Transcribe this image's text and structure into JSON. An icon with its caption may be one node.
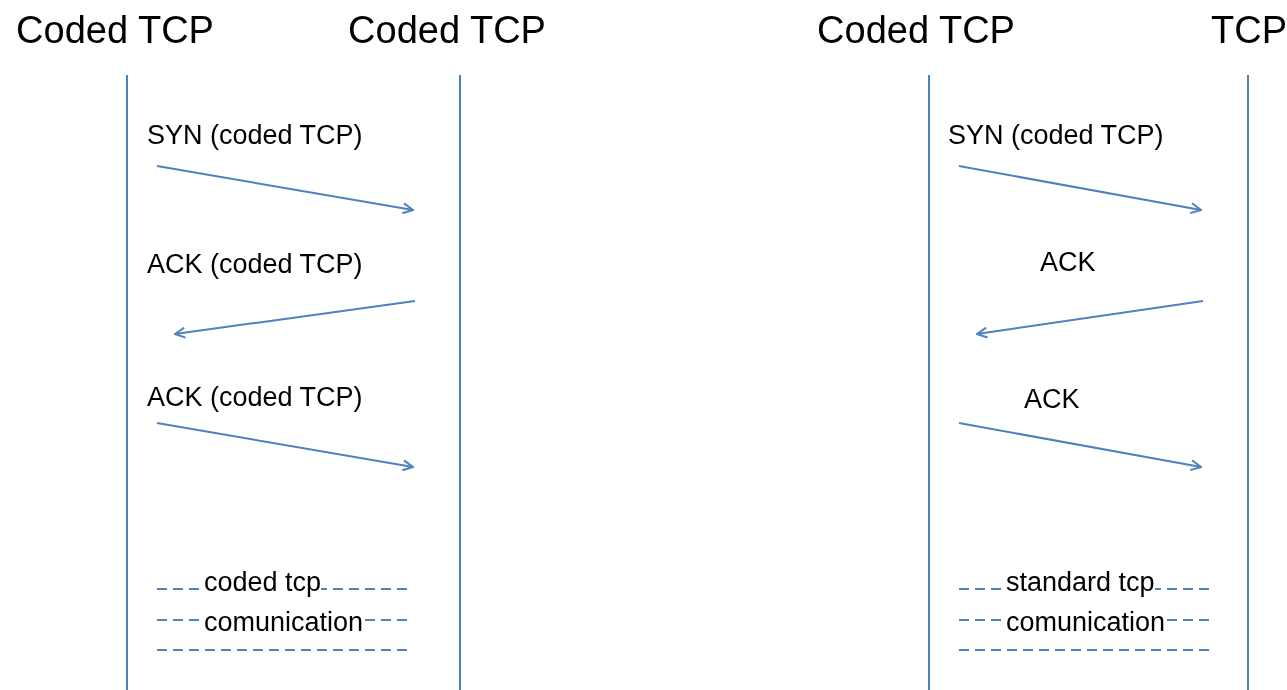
{
  "diagram": {
    "nodes": [
      {
        "text": [
          "Coded TCP"
        ]
      },
      {
        "text": [
          "Coded TCP"
        ]
      },
      {
        "text": [
          "Coded TCP"
        ]
      },
      {
        "text": [
          "TCP"
        ]
      }
    ],
    "edges": [
      {
        "from": 0,
        "to": 1,
        "arrow": "to",
        "label": "SYN (coded TCP)"
      },
      {
        "from": 1,
        "to": 0,
        "arrow": "to",
        "label": "ACK (coded TCP)"
      },
      {
        "from": 0,
        "to": 1,
        "arrow": "to",
        "label": "ACK (coded TCP)"
      },
      {
        "from": 2,
        "to": 3,
        "arrow": "to",
        "label": "SYN (coded TCP)"
      },
      {
        "from": 3,
        "to": 2,
        "arrow": "to",
        "label": "ACK"
      },
      {
        "from": 2,
        "to": 3,
        "arrow": "to",
        "label": "ACK"
      }
    ],
    "labels": [
      "coded tcp comunication",
      "standard tcp comunication"
    ]
  }
}
